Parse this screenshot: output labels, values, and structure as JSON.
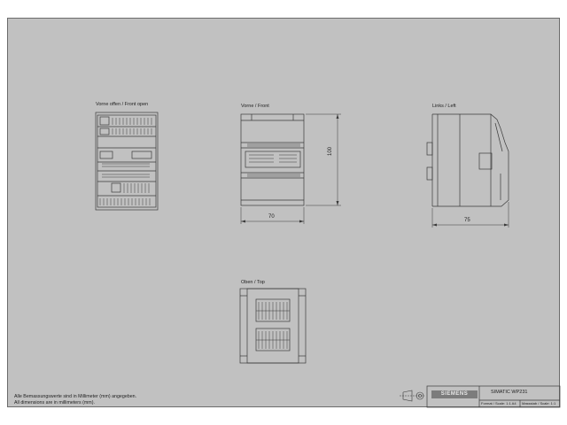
{
  "views": {
    "front_open": "Vorne offen / Front open",
    "front": "Vorne / Front",
    "left": "Links / Left",
    "top": "Oben / Top"
  },
  "dimensions": {
    "front_width": "70",
    "front_height": "100",
    "side_depth": "75"
  },
  "notes": {
    "german": "Alle Bemassungswerte sind in Millimeter (mm) angegeben.",
    "english": "All dimensions are in millimeters (mm)."
  },
  "title_block": {
    "brand": "SIEMENS",
    "product": "SIMATIC WP231",
    "format": "Format / Scale: 1:1 A4",
    "scale": "Massstab / Scale: 1:1"
  },
  "colors": {
    "sheet": "#c1c1c1",
    "line": "#3a3a3a"
  }
}
